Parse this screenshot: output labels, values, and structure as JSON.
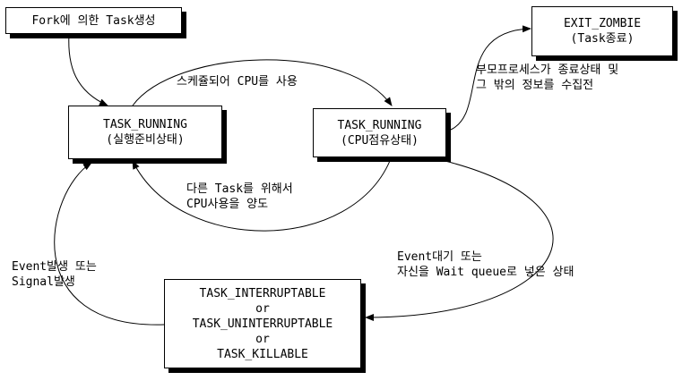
{
  "nodes": {
    "fork": {
      "lines": [
        "Fork에 의한 Task생성"
      ]
    },
    "exit_zombie": {
      "lines": [
        "EXIT_ZOMBIE",
        "(Task종료)"
      ]
    },
    "running_ready": {
      "lines": [
        "TASK_RUNNING",
        "(실행준비상태)"
      ]
    },
    "running_cpu": {
      "lines": [
        "TASK_RUNNING",
        "(CPU점유상태)"
      ]
    },
    "interruptable": {
      "lines": [
        "TASK_INTERRUPTABLE",
        "or",
        "TASK_UNINTERRUPTABLE",
        "or",
        "TASK_KILLABLE"
      ]
    }
  },
  "edges": {
    "scheduled": {
      "lines": [
        "스케쥴되어 CPU를 사용"
      ]
    },
    "yield": {
      "lines": [
        "다른 Task를 위해서",
        "CPU사용을 양도"
      ]
    },
    "parent_collects": {
      "lines": [
        "부모프로세스가 종료상태 및",
        "그 밖의 정보를 수집전"
      ]
    },
    "event_wait": {
      "lines": [
        "Event대기 또는",
        "자신을 Wait queue로 넣은 상태"
      ]
    },
    "event_occur": {
      "lines": [
        "Event발생 또는",
        "Signal발생"
      ]
    }
  }
}
